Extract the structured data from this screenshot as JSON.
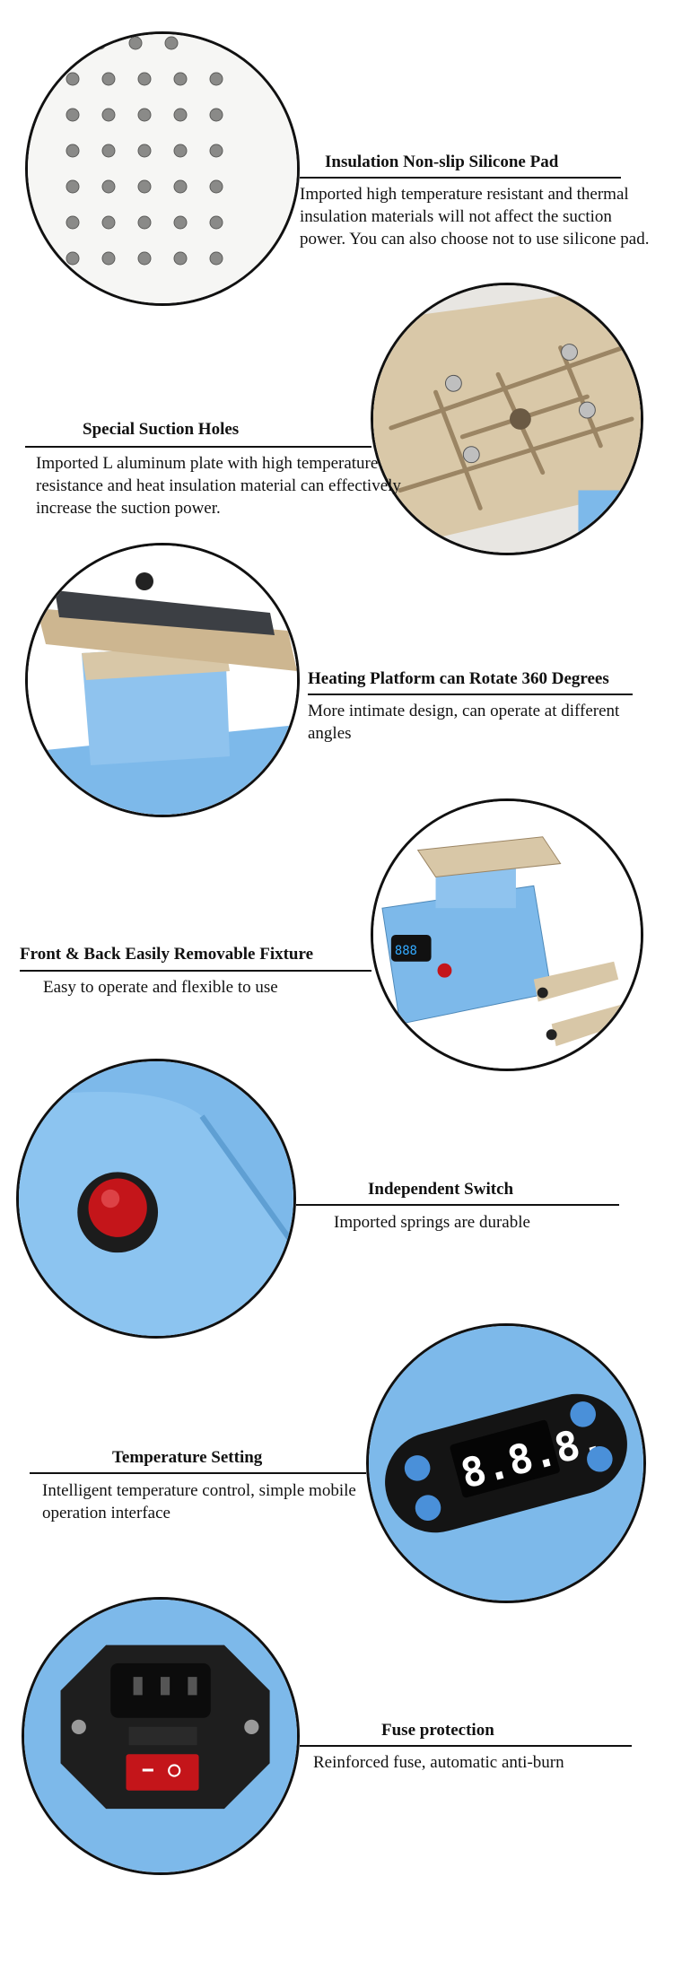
{
  "features": [
    {
      "title": "Insulation Non-slip Silicone Pad",
      "desc": "Imported high temperature resistant and thermal insulation materials will not affect the suction power. You can also choose not to use silicone pad.",
      "image": "silicone-pad-photo"
    },
    {
      "title": "Special Suction Holes",
      "desc": "Imported L aluminum plate with high temperature resistance and heat insulation material can effectively increase the suction power.",
      "image": "suction-plate-photo"
    },
    {
      "title": "Heating Platform can Rotate 360 Degrees",
      "desc": "More intimate design, can operate at different angles",
      "image": "rotating-platform-photo"
    },
    {
      "title": "Front & Back Easily Removable Fixture",
      "desc": "Easy to operate and flexible to use",
      "image": "machine-with-fixtures-photo"
    },
    {
      "title": "Independent Switch",
      "desc": "Imported springs are durable",
      "image": "red-switch-photo"
    },
    {
      "title": "Temperature Setting",
      "desc": "Intelligent temperature control, simple mobile operation interface",
      "image": "temperature-controller-photo",
      "display": "8.8.8."
    },
    {
      "title": "Fuse protection",
      "desc": "Reinforced fuse, automatic anti-burn",
      "image": "fuse-socket-photo"
    }
  ],
  "colors": {
    "machine_blue": "#7db9ea",
    "aluminum": "#d8c7a7",
    "switch_red": "#c4151a"
  }
}
